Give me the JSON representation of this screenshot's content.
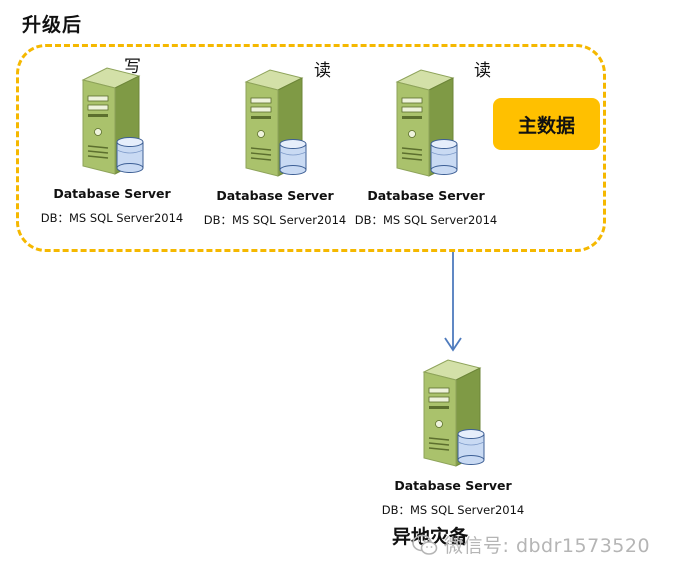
{
  "title": "升级后",
  "servers": [
    {
      "name": "Database Server",
      "db": "DB：MS SQL Server2014",
      "role": "写"
    },
    {
      "name": "Database Server",
      "db": "DB：MS SQL Server2014",
      "role": "读"
    },
    {
      "name": "Database Server",
      "db": "DB：MS SQL Server2014",
      "role": "读"
    }
  ],
  "master_tag": "主数据",
  "remote_server": {
    "name": "Database Server",
    "db": "DB：MS SQL Server2014",
    "label": "异地灾备"
  },
  "watermark": "微信号: dbdr1573520",
  "colors": {
    "dashed_border": "#f5b800",
    "master_tag_bg": "#ffc000",
    "arrow": "#4f7bbd",
    "server_body": "#a8bf6a",
    "watermark": "#b5b5b5"
  }
}
